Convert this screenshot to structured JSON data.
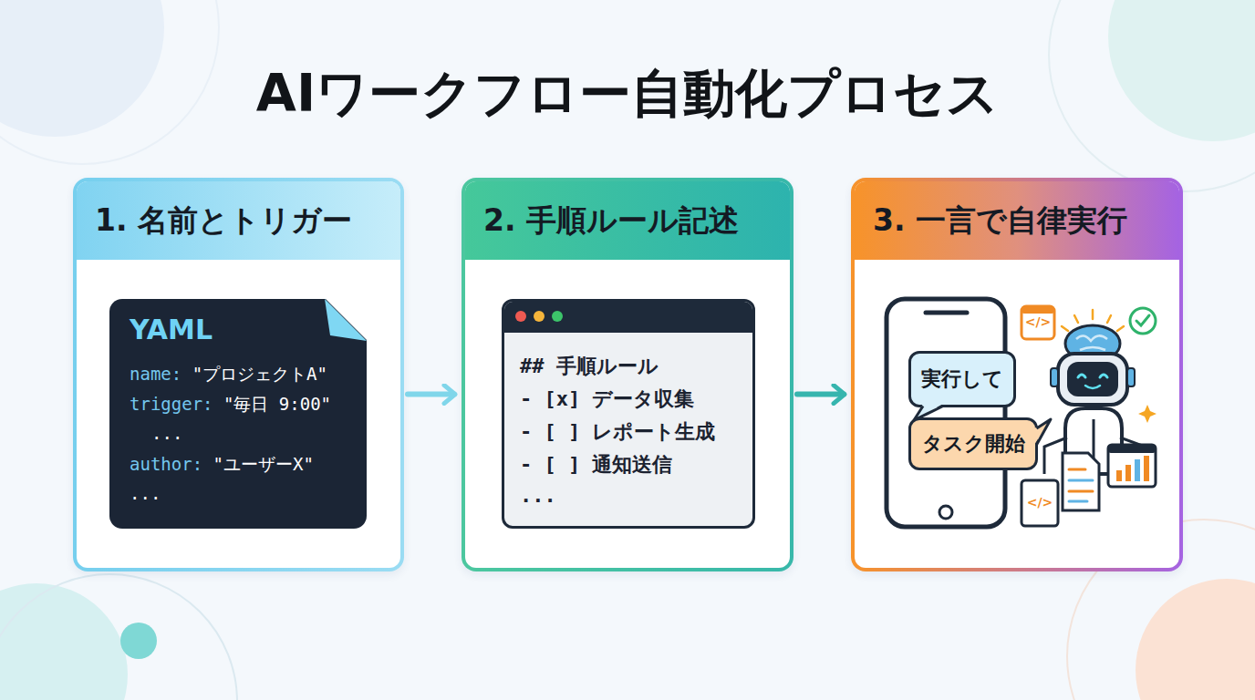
{
  "diagram": {
    "title": "AIワークフロー自動化プロセス",
    "nodes": [
      {
        "text": [
          "1. 名前とトリガー"
        ]
      },
      {
        "text": [
          "YAML",
          "name: \"プロジェクトA\"",
          "trigger: \"毎日 9:00\"",
          "...",
          "author: \"ユーザーX\"",
          "..."
        ],
        "in": 0
      },
      {
        "text": [
          "2. 手順ルール記述"
        ]
      },
      {
        "text": [
          "## 手順ルール",
          "- [x] データ収集",
          "- [ ] レポート生成",
          "- [ ] 通知送信",
          "..."
        ],
        "in": 2
      },
      {
        "text": [
          "3. 一言で自律実行"
        ]
      },
      {
        "text": [
          "実行して"
        ],
        "in": 4
      },
      {
        "text": [
          "タスク開始"
        ],
        "in": 4
      }
    ],
    "edges": [
      {
        "from": 0,
        "to": 2,
        "arrow": "to"
      },
      {
        "from": 2,
        "to": 4,
        "arrow": "to"
      }
    ],
    "labels": [
      "</>",
      "</>"
    ]
  }
}
